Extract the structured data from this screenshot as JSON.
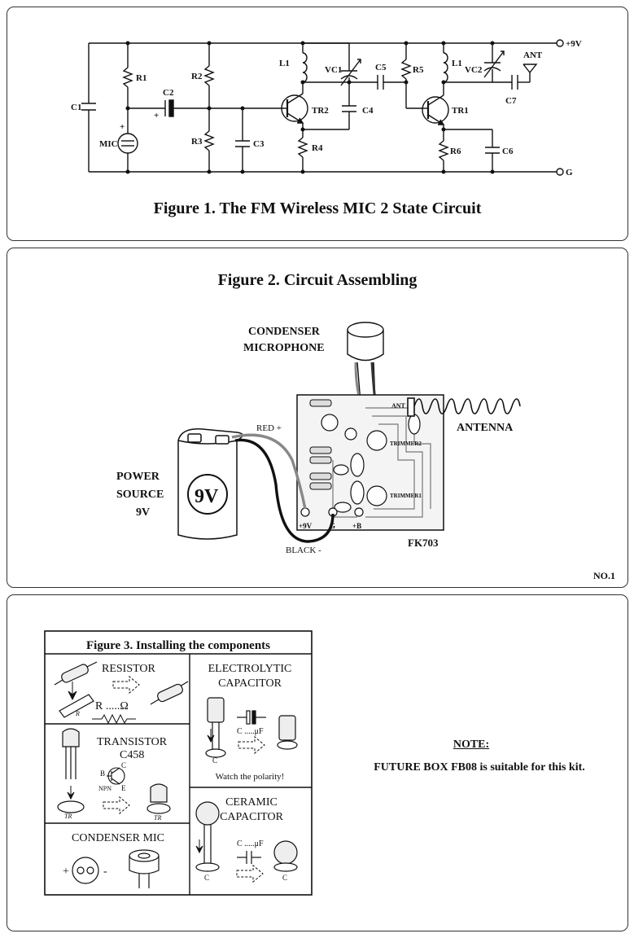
{
  "figure1": {
    "title": "Figure 1. The FM Wireless MIC 2 State Circuit",
    "labels": {
      "C1": "C1",
      "R1": "R1",
      "C2": "C2",
      "C2_plus": "+",
      "MIC_plus": "+",
      "MIC": "MIC",
      "R2": "R2",
      "R3": "R3",
      "C3": "C3",
      "L1a": "L1",
      "VC1": "VC1",
      "TR2": "TR2",
      "C4": "C4",
      "R4": "R4",
      "C5": "C5",
      "R5": "R5",
      "L1b": "L1",
      "VC2": "VC2",
      "ANT": "ANT",
      "C7": "C7",
      "TR1": "TR1",
      "R6": "R6",
      "C6": "C6",
      "plus9V": "+9V",
      "G": "G"
    }
  },
  "figure2": {
    "title": "Figure 2. Circuit Assembling",
    "condenser_mic": [
      "CONDENSER",
      "MICROPHONE"
    ],
    "antenna": "ANTENNA",
    "ant_pad": "ANT",
    "red": "RED +",
    "black": "BLACK -",
    "power_source": [
      "POWER",
      "SOURCE",
      "9V"
    ],
    "battery_label": "9V",
    "trimmer2": "TRIMMER2",
    "trimmer1": "TRIMMER1",
    "pads": [
      "+9V",
      "G",
      "+B"
    ],
    "board_name": "FK703",
    "page_no": "NO.1"
  },
  "figure3": {
    "title": "Figure 3. Installing the components",
    "resistor": "RESISTOR",
    "resistor_symbol": "R .....Ω",
    "electrolytic": [
      "ELECTROLYTIC",
      "CAPACITOR"
    ],
    "elec_value": "C .....μF",
    "polarity_note": "Watch the polarity!",
    "transistor": [
      "TRANSISTOR",
      "C458"
    ],
    "bce": [
      "B",
      "C",
      "E",
      "NPN"
    ],
    "tr_mark": "TR",
    "ceramic": [
      "CERAMIC",
      "CAPACITOR"
    ],
    "ceramic_value": "C .....μF",
    "cap_mark": "C",
    "r_mark": "R",
    "condenser_mic": "CONDENSER MIC",
    "mic_pins": [
      "+",
      "-"
    ]
  },
  "note": {
    "heading": "NOTE:",
    "text": "FUTURE BOX FB08 is suitable for this kit."
  }
}
